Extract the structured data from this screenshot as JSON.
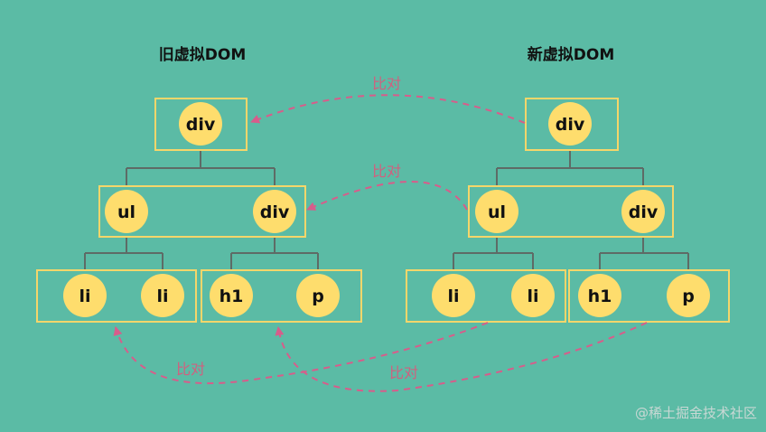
{
  "titles": {
    "old_tree": "旧虚拟DOM",
    "new_tree": "新虚拟DOM"
  },
  "old_tree": {
    "root": "div",
    "level2": [
      "ul",
      "div"
    ],
    "ul_children": [
      "li",
      "li"
    ],
    "div_children": [
      "h1",
      "p"
    ]
  },
  "new_tree": {
    "root": "div",
    "level2": [
      "ul",
      "div"
    ],
    "ul_children": [
      "li",
      "li"
    ],
    "div_children": [
      "h1",
      "p"
    ]
  },
  "compare_label": "比对",
  "watermark": "@稀土掘金技术社区",
  "colors": {
    "background": "#5bbba5",
    "node_fill": "#fedd6d",
    "box_stroke": "#f5d66a",
    "connector": "#5e6b66",
    "compare_arrow": "#d75d8b"
  }
}
